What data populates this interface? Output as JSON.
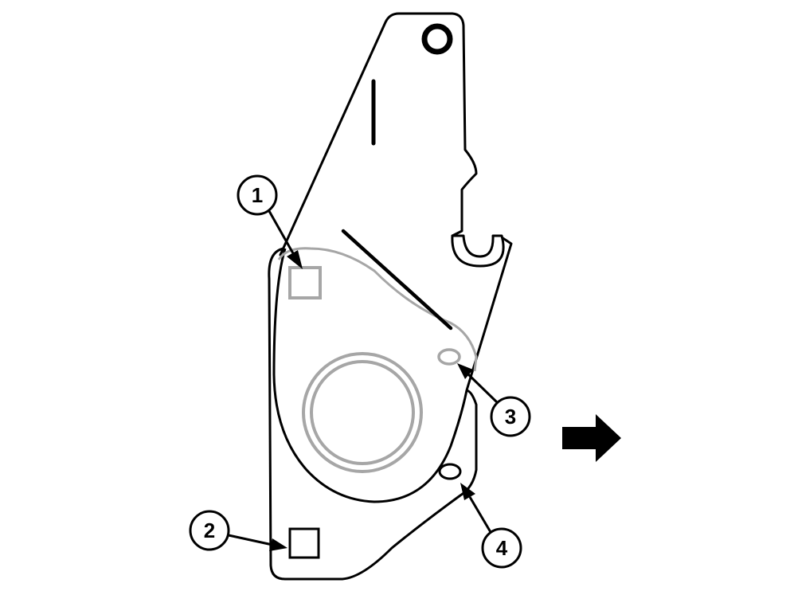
{
  "callouts": [
    {
      "id": "1",
      "label": "1"
    },
    {
      "id": "2",
      "label": "2"
    },
    {
      "id": "3",
      "label": "3"
    },
    {
      "id": "4",
      "label": "4"
    }
  ],
  "colors": {
    "outline": "#000000",
    "hidden_part": "#a6a6a6",
    "background": "#ffffff"
  },
  "icons": {
    "direction": "right-arrow-icon"
  }
}
